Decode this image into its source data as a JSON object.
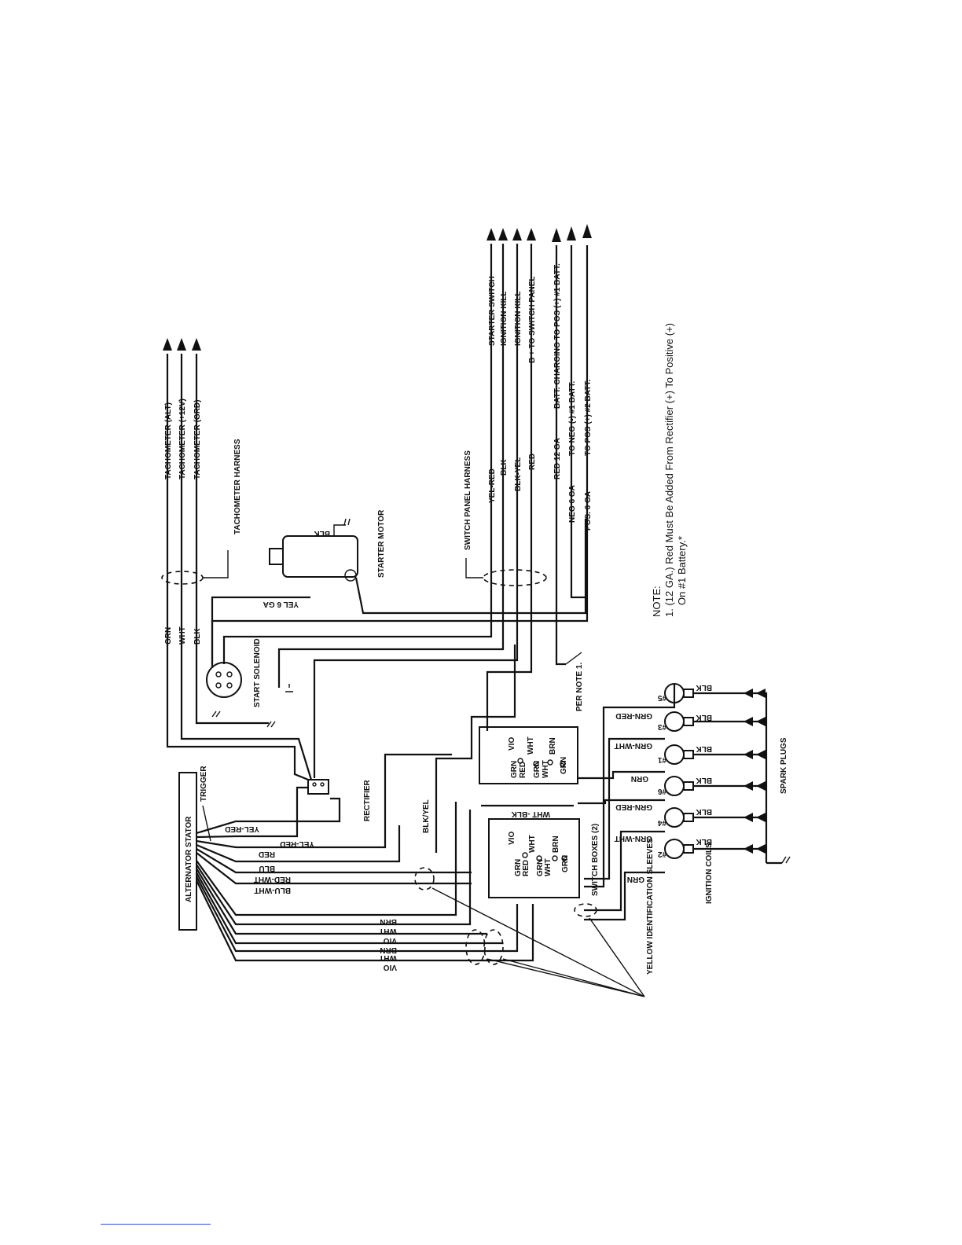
{
  "components": {
    "alternator_stator": "ALTERNATOR STATOR",
    "trigger": "TRIGGER",
    "rectifier": "RECTIFIER",
    "switch_boxes": "SWITCH BOXES (2)",
    "start_solenoid": "START SOLENOID",
    "starter_motor": "STARTER MOTOR",
    "tachometer_harness": "TACHOMETER HARNESS",
    "switch_panel_harness": "SWITCH PANEL HARNESS",
    "ignition_coils": "IGNITION COILS",
    "spark_plugs": "SPARK PLUGS",
    "yellow_sleeves": "YELLOW IDENTIFICATION SLEEVES",
    "per_note": "PER NOTE 1."
  },
  "stator_wires": [
    "YEL-RED",
    "YEL-RED",
    "RED",
    "BLU",
    "RED-WHT",
    "BLU-WHT",
    "BRN",
    "WHT",
    "VIO",
    "BRN",
    "WHT",
    "VIO"
  ],
  "tach_wires": [
    "GRN",
    "WHT",
    "BLK"
  ],
  "tach_destinations": [
    "TACHOMETER (ALT)",
    "TACHOMETER (+12V)",
    "TACHOMETER (GRD)"
  ],
  "panel_wires": [
    "YEL-RED",
    "BLK",
    "BLK-YEL",
    "RED"
  ],
  "panel_destinations": [
    "STARTER SWITCH",
    "IGNITION KILL",
    "IGNITION KILL",
    "B + TO SWITCH PANEL"
  ],
  "battery_wires": [
    "RED 12 GA",
    "NEG 6 GA",
    "POS. 6 GA"
  ],
  "battery_destinations": [
    "BATT. CHARGING TO POS (+) #1 BATT.",
    "TO NEG (-) #1 BATT.",
    "TO POS (+) #2 BATT."
  ],
  "misc_wires": {
    "yel_6ga": "YEL 6 GA",
    "blk": "BLK",
    "blk_yel": "BLK/YEL",
    "wht_blk": "WHT -BLK"
  },
  "terminal_labels": {
    "vio": "VIO",
    "grn": "GRN",
    "red": "RED",
    "wht": "WHT",
    "brn": "BRN"
  },
  "coils": [
    {
      "num": "#5",
      "wire": "GRN-RED"
    },
    {
      "num": "#3",
      "wire": "GRN-WHT"
    },
    {
      "num": "#1",
      "wire": "GRN"
    },
    {
      "num": "#6",
      "wire": "GRN-RED"
    },
    {
      "num": "#4",
      "wire": "GRN-WHT"
    },
    {
      "num": "#2",
      "wire": "GRN"
    }
  ],
  "coil_ground": "BLK",
  "note": {
    "heading": "NOTE:",
    "line1": "1.  (12 GA.) Red Must Be Added From Rectifier (+) To Positive (+)",
    "line2": "On #1 Battery.*"
  }
}
